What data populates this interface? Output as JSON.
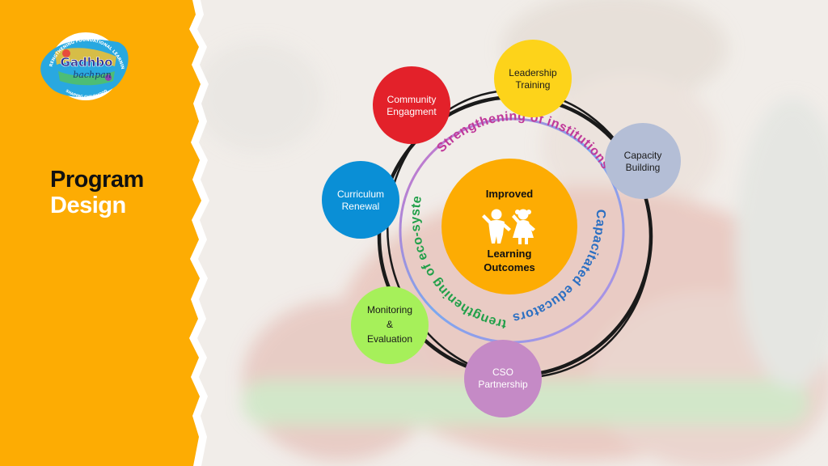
{
  "logo": {
    "wordmark_line1": "Gadhbo",
    "wordmark_line2": "bachpan",
    "arc_top": "STRENGTHENING FOUNDATIONAL LEARNING",
    "arc_bottom": "SHAPING CHILDHOOD"
  },
  "title": {
    "line1": "Program",
    "line2": "Design"
  },
  "center": {
    "line1": "Improved",
    "line2": "Learning",
    "line3": "Outcomes",
    "icon": "children-icon"
  },
  "rings": {
    "top": "Strengthening of institutions",
    "right": "Capacitated educators",
    "left": "Strengthening of eco-system"
  },
  "nodes": [
    {
      "id": "community",
      "lines": [
        "Community",
        "Engagment"
      ],
      "color": "#e3212a",
      "text_color": "#ffffff"
    },
    {
      "id": "leadership",
      "lines": [
        "Leadership",
        "Training"
      ],
      "color": "#fdd31a",
      "text_color": "#1a1a1a"
    },
    {
      "id": "capacity",
      "lines": [
        "Capacity",
        "Building"
      ],
      "color": "#b4bed6",
      "text_color": "#1a1a1a"
    },
    {
      "id": "curriculum",
      "lines": [
        "Curriculum",
        "Renewal"
      ],
      "color": "#0a8fd6",
      "text_color": "#ffffff"
    },
    {
      "id": "monitoring",
      "lines": [
        "Monitoring",
        "&",
        "Evaluation"
      ],
      "color": "#a6f05a",
      "text_color": "#1a1a1a"
    },
    {
      "id": "cso",
      "lines": [
        "CSO",
        "Partnership"
      ],
      "color": "#c58ac6",
      "text_color": "#ffffff"
    }
  ],
  "colors": {
    "panel": "#fdac03",
    "center": "#fdac03",
    "ring_top": "#c0399a",
    "ring_right": "#2b6fc2",
    "ring_left": "#21a049"
  }
}
